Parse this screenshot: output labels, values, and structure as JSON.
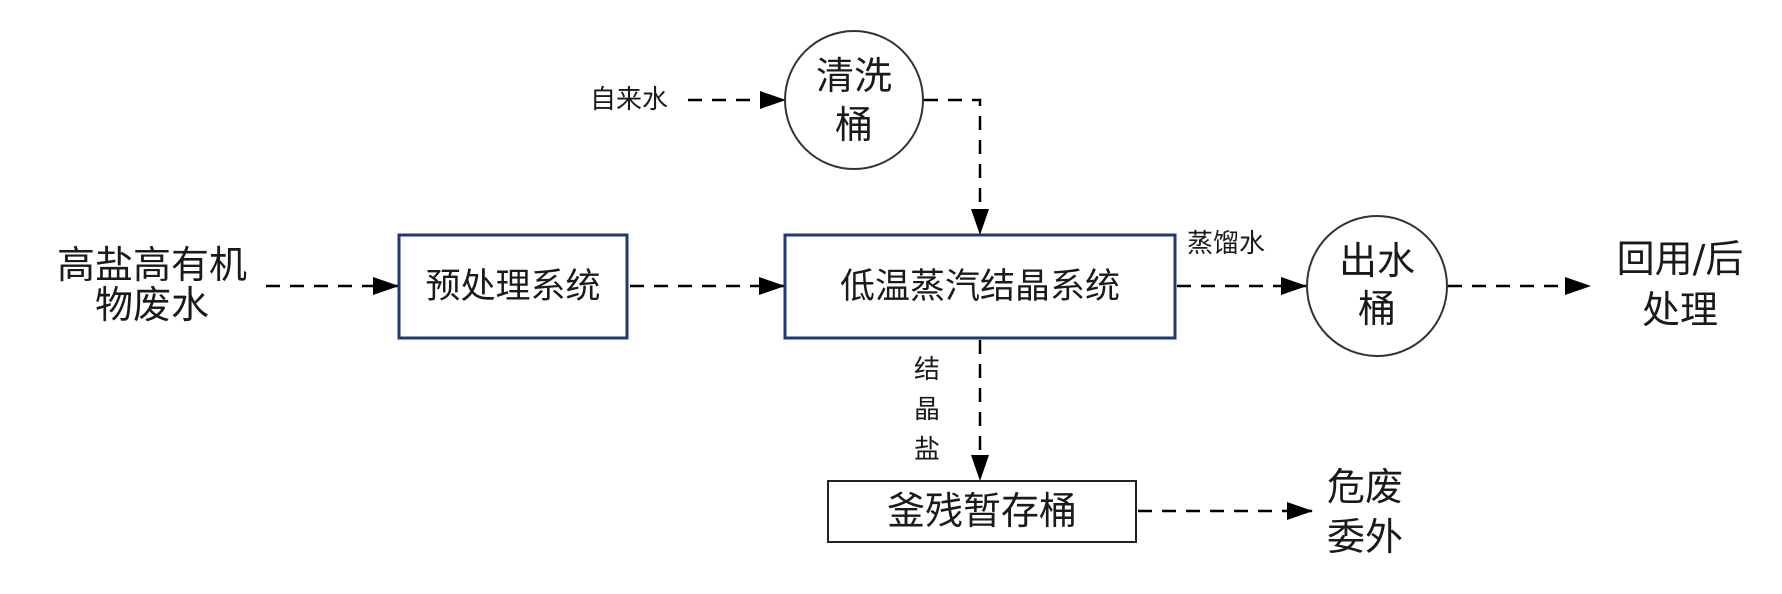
{
  "nodes": {
    "source_wastewater": {
      "lines": [
        "高盐高有机",
        "物废水"
      ]
    },
    "pretreatment": {
      "label": "预处理系统"
    },
    "crystallizer": {
      "label": "低温蒸汽结晶系统"
    },
    "wash_tank": {
      "lines": [
        "清洗",
        "桶"
      ]
    },
    "outlet_tank": {
      "lines": [
        "出水",
        "桶"
      ]
    },
    "residue_tank": {
      "label": "釜残暂存桶"
    },
    "reuse": {
      "lines": [
        "回用/后",
        "处理"
      ]
    },
    "hazardous": {
      "lines": [
        "危废",
        "委外"
      ]
    }
  },
  "edge_labels": {
    "tap_water": "自来水",
    "distilled_water": "蒸馏水",
    "crystal_salt": [
      "结",
      "晶",
      "盐"
    ]
  }
}
